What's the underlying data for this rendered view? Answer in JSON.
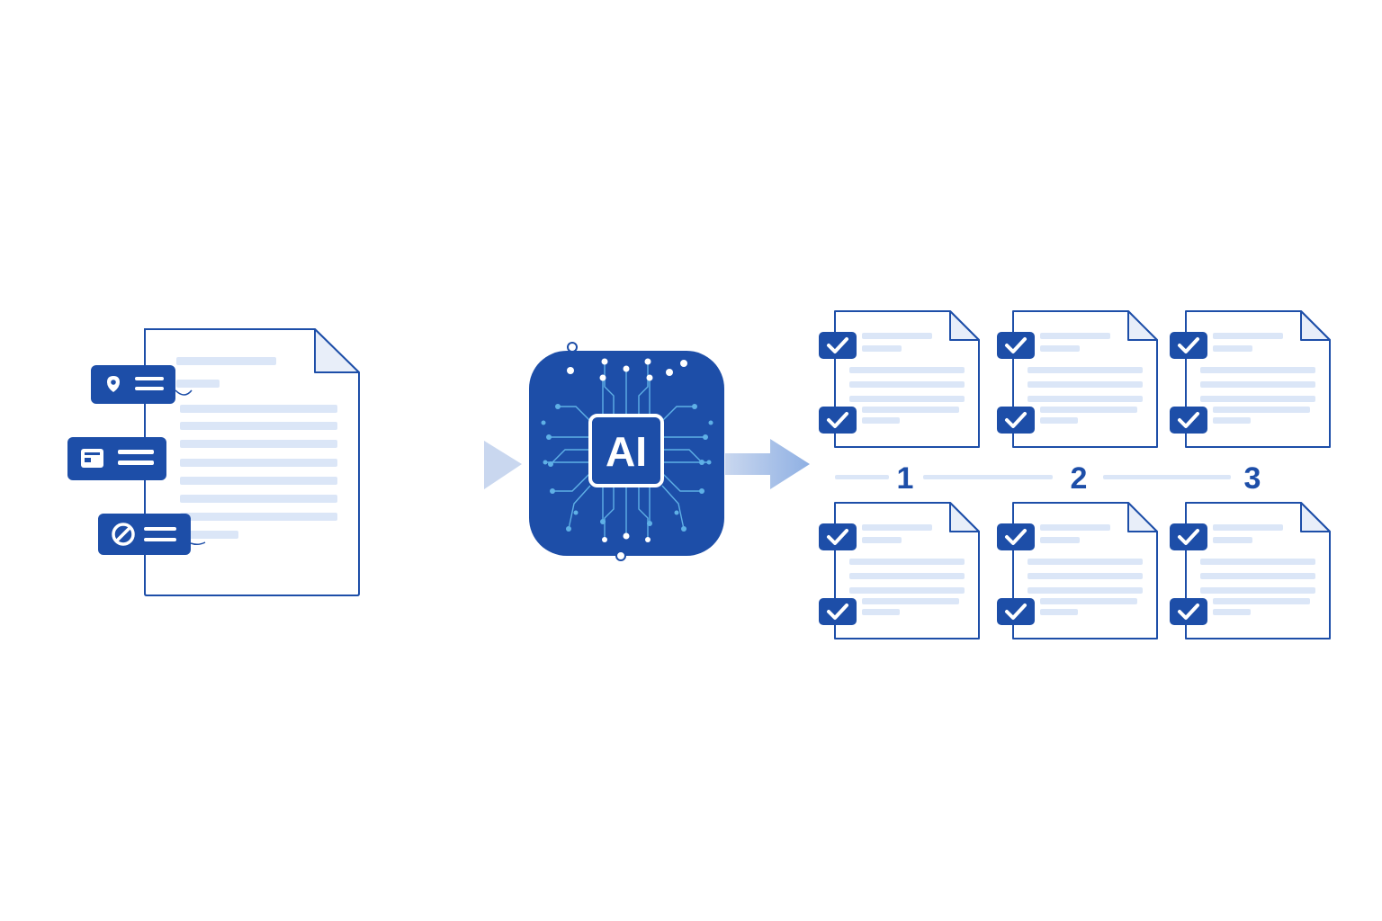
{
  "colors": {
    "primary": "#1d4ea8",
    "line_light": "#dbe6f7",
    "line_mid": "#c6d8f3",
    "circuit": "#5fb0e6",
    "arrow_light": "#c9d7ef",
    "arrow_mid": "#8fb0e3",
    "page_fold": "#e8eef9"
  },
  "input_document": {
    "icon": "document-icon",
    "tags": [
      {
        "icon": "location-pin-icon"
      },
      {
        "icon": "id-card-icon"
      },
      {
        "icon": "blocked-icon"
      }
    ]
  },
  "processor": {
    "label": "AI",
    "icon": "ai-chip-icon"
  },
  "output": {
    "columns": [
      {
        "number": "1"
      },
      {
        "number": "2"
      },
      {
        "number": "3"
      }
    ],
    "document_icon": "checked-document-icon",
    "check_icon": "checkmark-icon"
  }
}
